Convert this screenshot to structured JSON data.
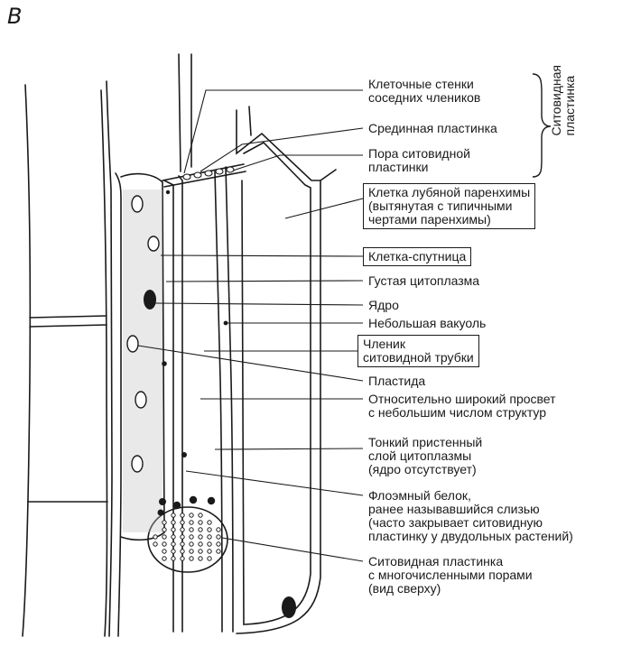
{
  "figure_letter": "В",
  "labels": {
    "cell_walls": "Клеточные стенки\nсоседних члеников",
    "middle_lamella": "Срединная пластинка",
    "sieve_pore": "Пора ситовидной\nпластинки",
    "phloem_parenchyma": "Клетка лубяной паренхимы\n(вытянутая с типичными\nчертами паренхимы)",
    "companion_cell": "Клетка-спутница",
    "dense_cytoplasm": "Густая цитоплазма",
    "nucleus": "Ядро",
    "small_vacuole": "Небольшая вакуоль",
    "sieve_tube_member": "Членик\nситовидной трубки",
    "plastid": "Пластида",
    "wide_lumen": "Относительно широкий просвет\nс небольшим числом структур",
    "thin_layer": "Тонкий пристенный\nслой цитоплазмы\n(ядро отсутствует)",
    "phloem_protein": "Флоэмный белок,\nранее называвшийся слизью\n(часто закрывает ситовидную\nпластинку у двудольных растений)",
    "sieve_plate_top": "Ситовидная пластинка\nс многочисленными порами\n(вид сверху)"
  },
  "brace_label": "Ситовидная\nпластинка"
}
